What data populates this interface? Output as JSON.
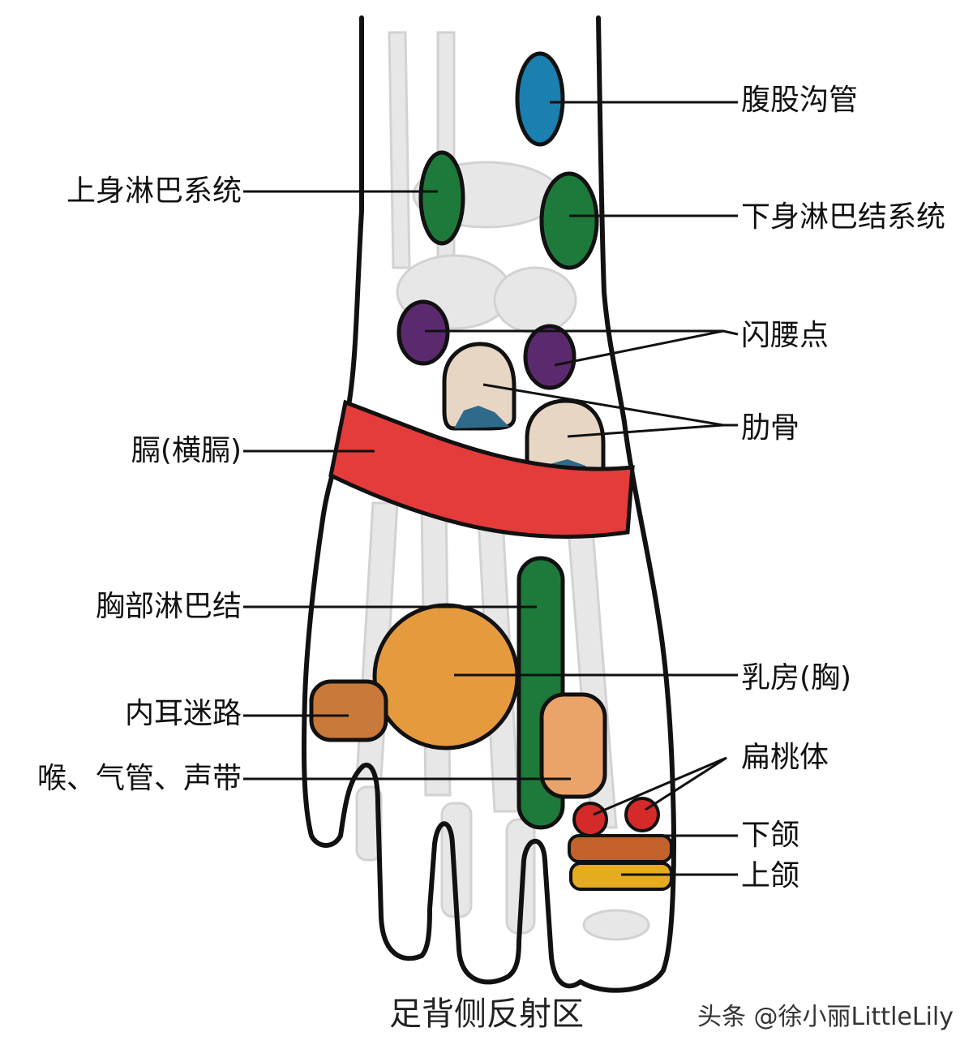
{
  "colors": {
    "outline": "#111111",
    "groin": "#1b7fb0",
    "lymph": "#1e7a3a",
    "lumbar": "#5b2a6e",
    "rib": "#e8d6c4",
    "diaphragm": "#e43b3b",
    "breast": "#e69a3e",
    "throat": "#eaa46a",
    "ear": "#c97a3a",
    "tonsil": "#d42a2a",
    "lowerjaw": "#c2622a",
    "upperjaw": "#e5ac20"
  },
  "labels": {
    "groin": "腹股沟管",
    "upper_lymph": "上身淋巴系统",
    "lower_lymph": "下身淋巴结系统",
    "lumbar": "闪腰点",
    "rib": "肋骨",
    "diaphragm": "膈(横膈)",
    "chest_lymph": "胸部淋巴结",
    "breast": "乳房(胸)",
    "inner_ear": "内耳迷路",
    "throat": "喉、气管、声带",
    "tonsil": "扁桃体",
    "lower_jaw": "下颌",
    "upper_jaw": "上颌"
  },
  "caption": "足背侧反射区",
  "watermark": "头条 @徐小丽LittleLily"
}
